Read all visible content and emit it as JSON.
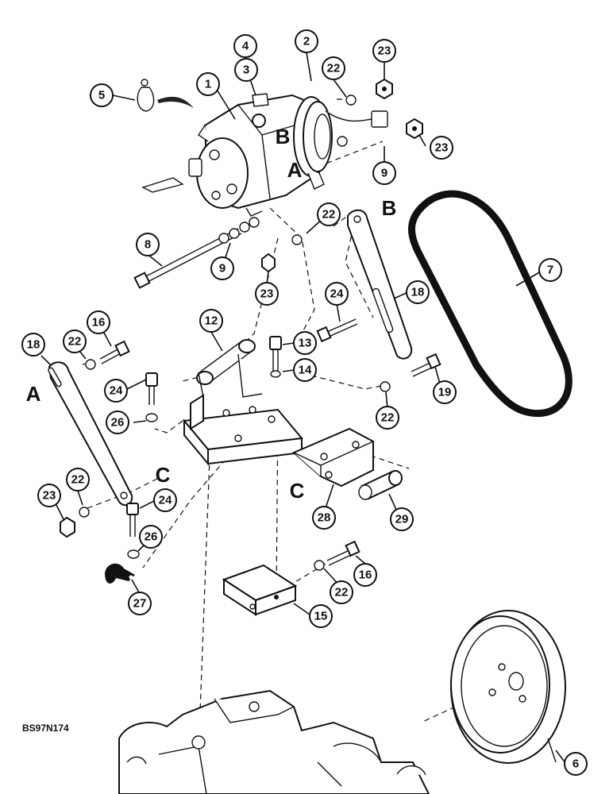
{
  "figure_code": "BS97N174",
  "callouts": [
    "1",
    "2",
    "3",
    "4",
    "5",
    "6",
    "7",
    "8",
    "9",
    "9",
    "12",
    "13",
    "14",
    "15",
    "16",
    "16",
    "18",
    "18",
    "19",
    "22",
    "22",
    "22",
    "22",
    "22",
    "22",
    "23",
    "23",
    "23",
    "23",
    "24",
    "24",
    "24",
    "26",
    "26",
    "27",
    "28",
    "29"
  ],
  "letters": [
    "A",
    "A",
    "B",
    "B",
    "C",
    "C"
  ]
}
